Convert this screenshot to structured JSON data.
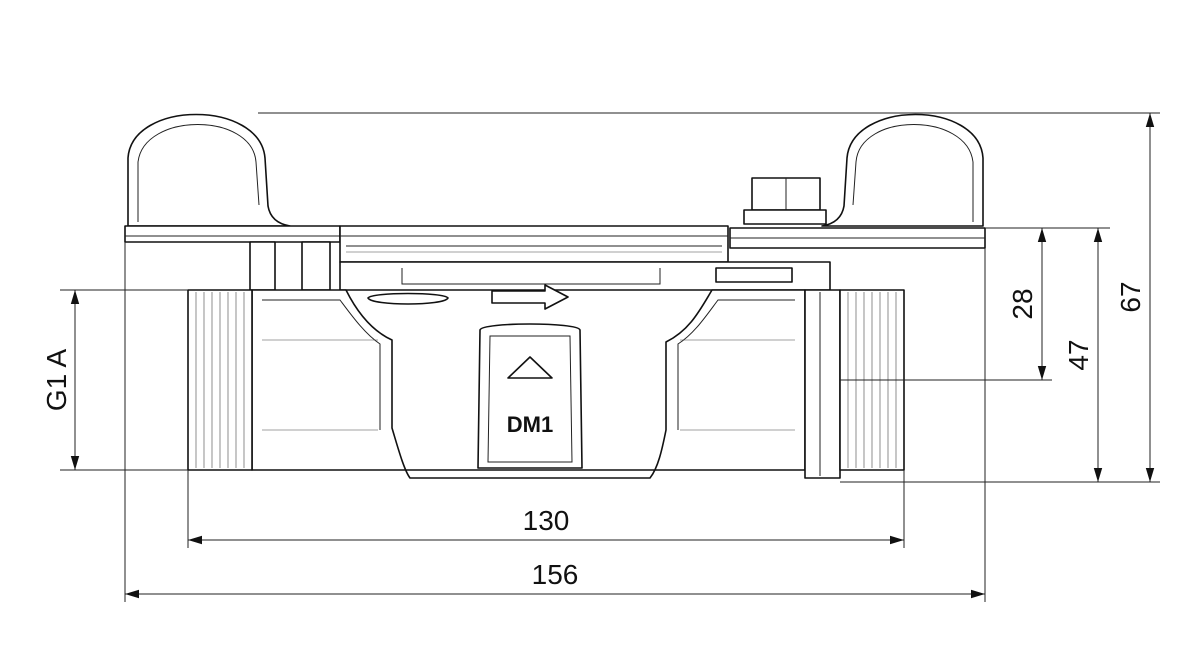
{
  "drawing": {
    "marking": "DM1",
    "dimensions": {
      "overall_length": "156",
      "thread_length": "130",
      "overall_height": "67",
      "axis_height": "47",
      "top_to_axis": "28",
      "thread_size": "G1 A"
    }
  }
}
